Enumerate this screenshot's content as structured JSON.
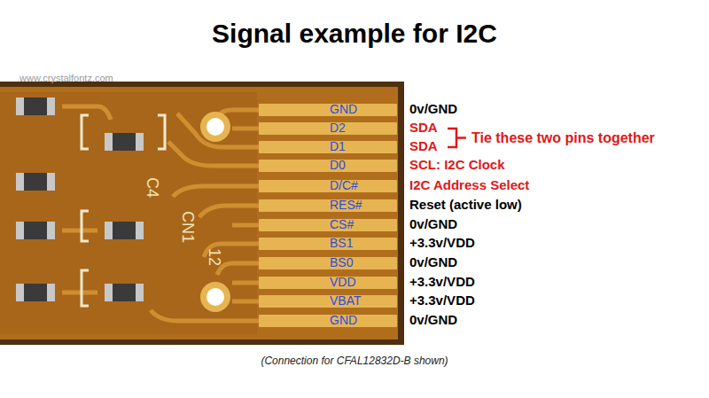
{
  "diagram": {
    "title": "Signal example for I2C",
    "caption": "(Connection for CFAL12832D-B shown)",
    "labels": [
      "www.crystalfontz.com",
      "C4",
      "CN1",
      "12",
      "GND",
      "0v/GND",
      "D2",
      "SDA",
      "D1",
      "SDA",
      "D0",
      "SCL: I2C Clock",
      "D/C#",
      "I2C Address Select",
      "RES#",
      "Reset (active low)",
      "CS#",
      "0v/GND",
      "BS1",
      "+3.3v/VDD",
      "BS0",
      "0v/GND",
      "VDD",
      "+3.3v/VDD",
      "VBAT",
      "+3.3v/VDD",
      "GND",
      "0v/GND",
      "Tie these two pins together"
    ]
  }
}
